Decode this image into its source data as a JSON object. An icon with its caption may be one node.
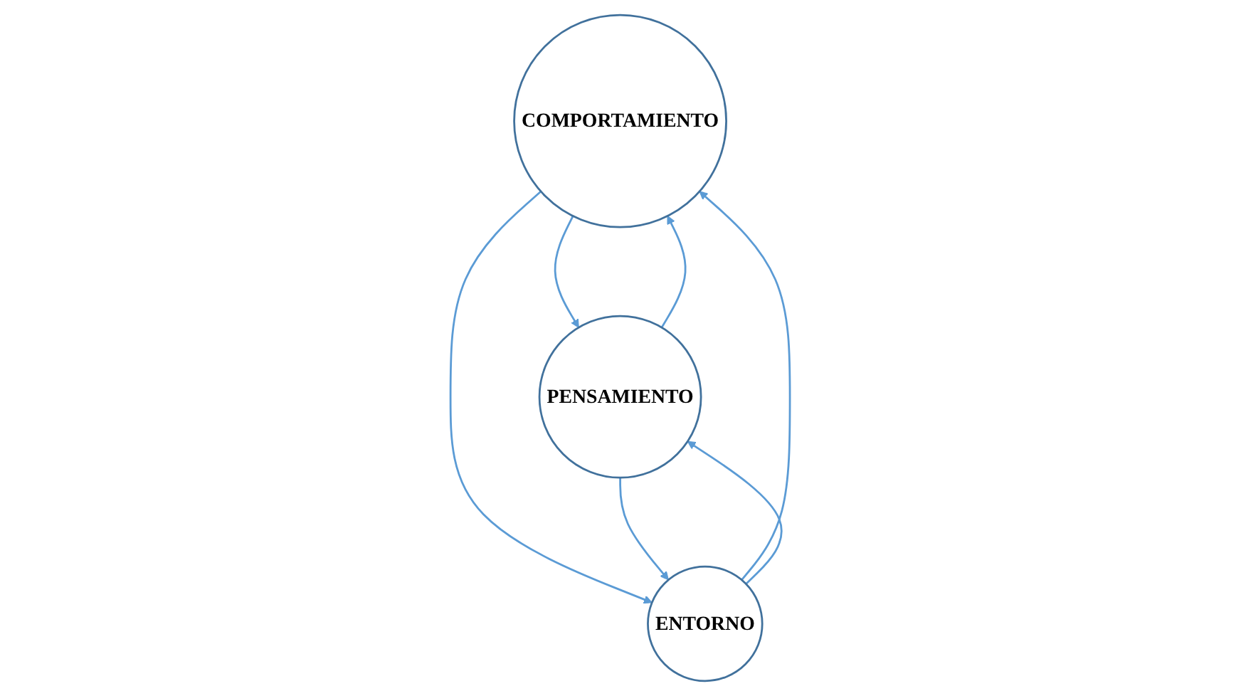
{
  "diagram": {
    "nodes": [
      {
        "text": [
          "COMPORTAMIENTO"
        ]
      },
      {
        "text": [
          "PENSAMIENTO"
        ]
      },
      {
        "text": [
          "ENTORNO"
        ]
      }
    ],
    "edges": [
      {
        "from": 0,
        "to": 1,
        "arrow": "to"
      },
      {
        "from": 1,
        "to": 0,
        "arrow": "to"
      },
      {
        "from": 0,
        "to": 2,
        "arrow": "to"
      },
      {
        "from": 2,
        "to": 0,
        "arrow": "to"
      },
      {
        "from": 2,
        "to": 1,
        "arrow": "to"
      },
      {
        "from": 1,
        "to": 2,
        "arrow": "to"
      }
    ]
  }
}
